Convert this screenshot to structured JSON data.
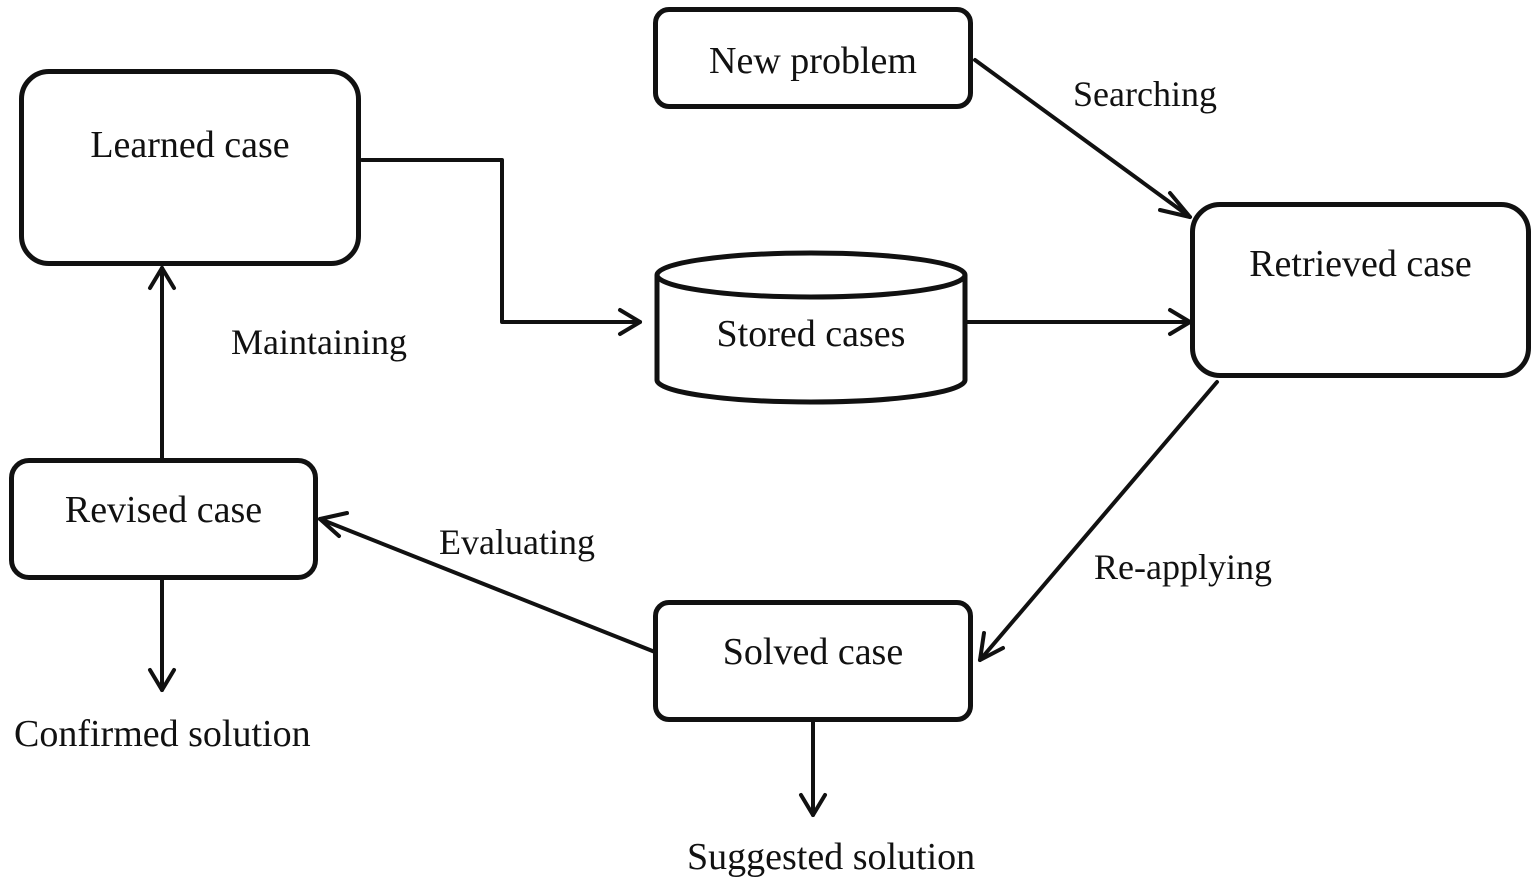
{
  "nodes": {
    "new_problem": "New problem",
    "learned_case": "Learned case",
    "stored_cases": "Stored cases",
    "retrieved_case": "Retrieved case",
    "revised_case": "Revised case",
    "solved_case": "Solved case"
  },
  "edges": {
    "searching": "Searching",
    "maintaining": "Maintaining",
    "evaluating": "Evaluating",
    "reapplying": "Re-applying"
  },
  "outputs": {
    "confirmed_solution": "Confirmed solution",
    "suggested_solution": "Suggested solution"
  },
  "colors": {
    "stroke": "#111111",
    "background": "#ffffff"
  }
}
